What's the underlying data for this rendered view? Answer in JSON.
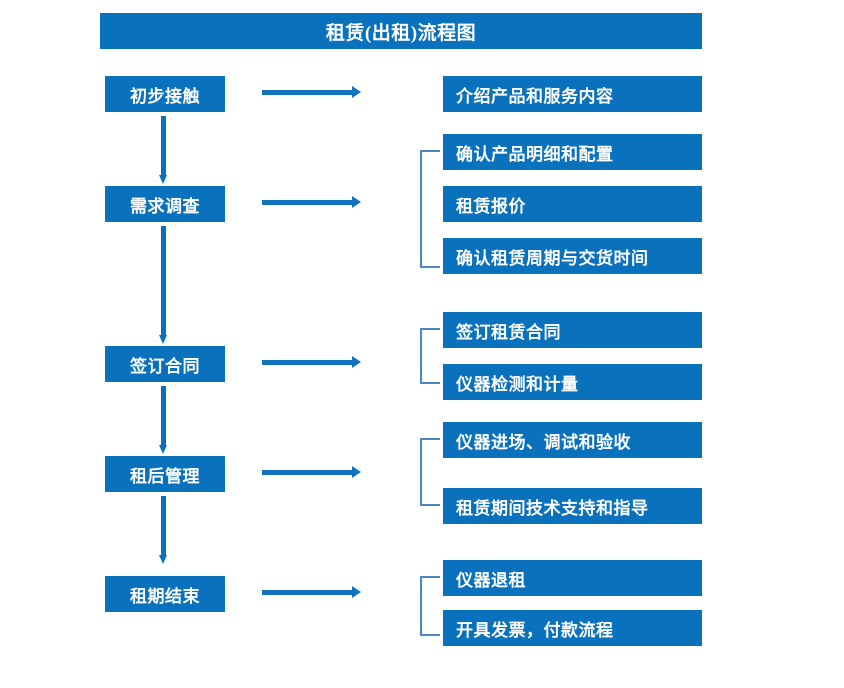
{
  "title": "租赁(出租)流程图",
  "colors": {
    "box_fill": "#0A71BC",
    "box_text": "#FFFFFF",
    "arrow": "#1173BE",
    "bracket": "#4A88C7",
    "background": "#FFFFFF"
  },
  "stages": [
    {
      "id": "initial-contact",
      "label": "初步接触",
      "outputs": [
        "介绍产品和服务内容"
      ]
    },
    {
      "id": "needs-survey",
      "label": "需求调查",
      "outputs": [
        "确认产品明细和配置",
        "租赁报价",
        "确认租赁周期与交货时间"
      ]
    },
    {
      "id": "sign-contract",
      "label": "签订合同",
      "outputs": [
        "签订租赁合同",
        "仪器检测和计量"
      ]
    },
    {
      "id": "post-rental-management",
      "label": "租后管理",
      "outputs": [
        "仪器进场、调试和验收",
        "租赁期间技术支持和指导"
      ]
    },
    {
      "id": "rental-end",
      "label": "租期结束",
      "outputs": [
        "仪器退租",
        "开具发票，付款流程"
      ]
    }
  ],
  "flat": {
    "left_labels": [
      "初步接触",
      "需求调查",
      "签订合同",
      "租后管理",
      "租期结束"
    ],
    "right_labels": [
      "介绍产品和服务内容",
      "确认产品明细和配置",
      "租赁报价",
      "确认租赁周期与交货时间",
      "签订租赁合同",
      "仪器检测和计量",
      "仪器进场、调试和验收",
      "租赁期间技术支持和指导",
      "仪器退租",
      "开具发票，付款流程"
    ]
  }
}
